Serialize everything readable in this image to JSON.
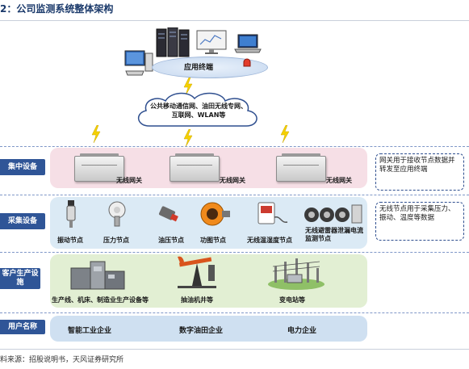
{
  "title": "2：公司监测系统整体架构",
  "top": {
    "terminal_label": "应用终端",
    "network_label": "公共移动通信网、油田无线专网、互联网、WLAN等"
  },
  "rows": {
    "concentrate": "集中设备",
    "collect": "采集设备",
    "customer": "客户生产设施",
    "users": "用户名称"
  },
  "gateways": [
    "无线网关",
    "无线网关",
    "无线网关"
  ],
  "gateway_note": "网关用于接收节点数据并转发至应用终端",
  "sensors": [
    {
      "label": "振动节点"
    },
    {
      "label": "压力节点"
    },
    {
      "label": "油压节点"
    },
    {
      "label": "功图节点"
    },
    {
      "label": "无线温湿度节点"
    },
    {
      "label": "无线避雷器泄漏电流监测节点"
    }
  ],
  "sensor_note": "无线节点用于采集压力、振动、温度等数据",
  "facilities": [
    {
      "label": "生产线、机床、制造业生产设备等"
    },
    {
      "label": "抽油机井等"
    },
    {
      "label": "变电站等"
    }
  ],
  "users": [
    "智能工业企业",
    "数字油田企业",
    "电力企业"
  ],
  "footer": "料来源：招股说明书，天风证券研究所",
  "colors": {
    "label_bg": "#2f5597",
    "band_pink": "#f6dfe6",
    "band_blue": "#dbeaf5",
    "band_green": "#e2efd3",
    "band_user": "#cfe0f1",
    "lightning": "#f5d000"
  }
}
